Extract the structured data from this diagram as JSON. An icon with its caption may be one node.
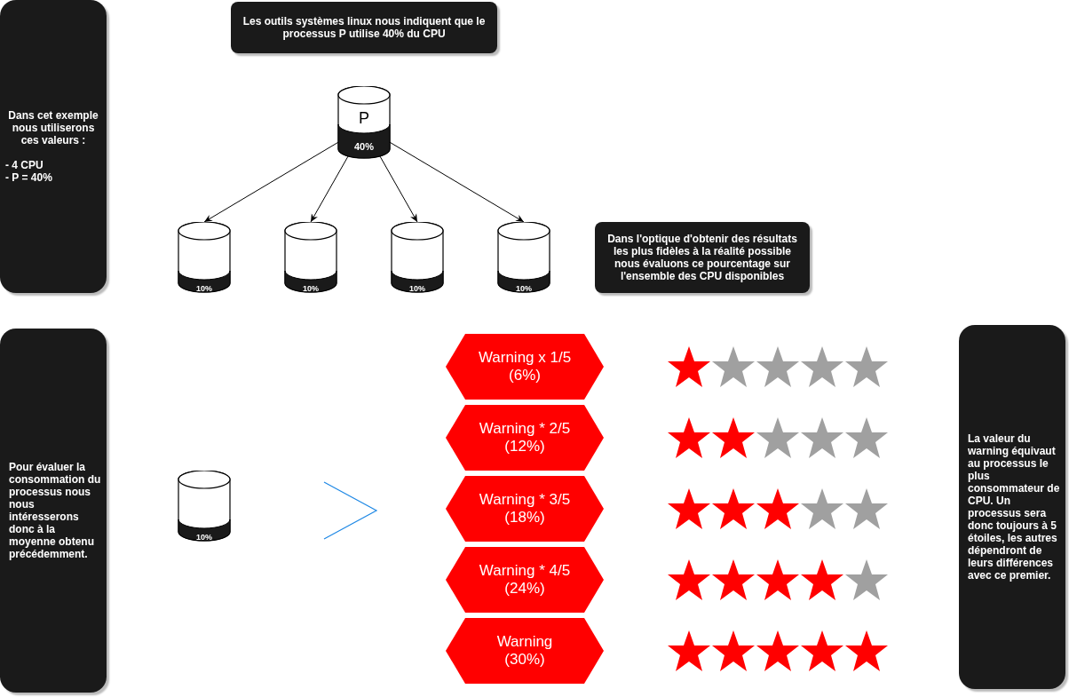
{
  "diagram": {
    "nodes": [
      {
        "text": [
          "Dans cet exemple nous utiliserons ces valeurs :",
          "- 4 CPU",
          "- P = 40%"
        ]
      },
      {
        "text": [
          "Les outils systèmes linux nous indiquent que le processus P utilise 40% du CPU"
        ]
      },
      {
        "text": [
          "P",
          "40%"
        ]
      },
      {
        "text": [
          "10%"
        ]
      },
      {
        "text": [
          "10%"
        ]
      },
      {
        "text": [
          "10%"
        ]
      },
      {
        "text": [
          "10%"
        ]
      },
      {
        "text": [
          "Dans l'optique d'obtenir des résultats les plus fidèles à la réalité possible nous évaluons ce pourcentage sur l'ensemble des CPU disponibles"
        ]
      },
      {
        "text": [
          "Pour évaluer la consommation du processus nous nous intéresserons donc à la moyenne obtenu précédemment."
        ]
      },
      {
        "text": [
          "10%"
        ]
      },
      {
        "text": [
          "Warning x 1/5 (6%)"
        ]
      },
      {
        "text": [
          "Warning * 2/5 (12%)"
        ]
      },
      {
        "text": [
          "Warning * 3/5 (18%)"
        ]
      },
      {
        "text": [
          "Warning * 4/5 (24%)"
        ]
      },
      {
        "text": [
          "Warning (30%)"
        ]
      },
      {
        "text": [
          "La valeur du warning équivaut au processus le plus consommateur de CPU. Un processus sera donc toujours à 5 étoiles, les autres dépendront de leurs différences avec ce premier."
        ]
      }
    ],
    "edges": [
      {
        "from": 2,
        "to": 3,
        "arrow": "to"
      },
      {
        "from": 2,
        "to": 4,
        "arrow": "to"
      },
      {
        "from": 2,
        "to": 5,
        "arrow": "to"
      },
      {
        "from": 2,
        "to": 6,
        "arrow": "to"
      }
    ]
  }
}
